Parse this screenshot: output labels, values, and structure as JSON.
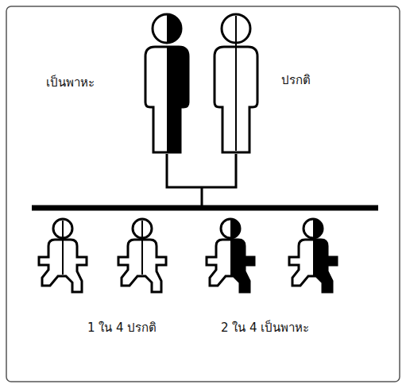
{
  "diagram": {
    "labels": [
      "เป็นพาหะ",
      "ปรกติ",
      "1 ใน 4 ปรกติ",
      "2 ใน 4 เป็นพาหะ"
    ]
  }
}
